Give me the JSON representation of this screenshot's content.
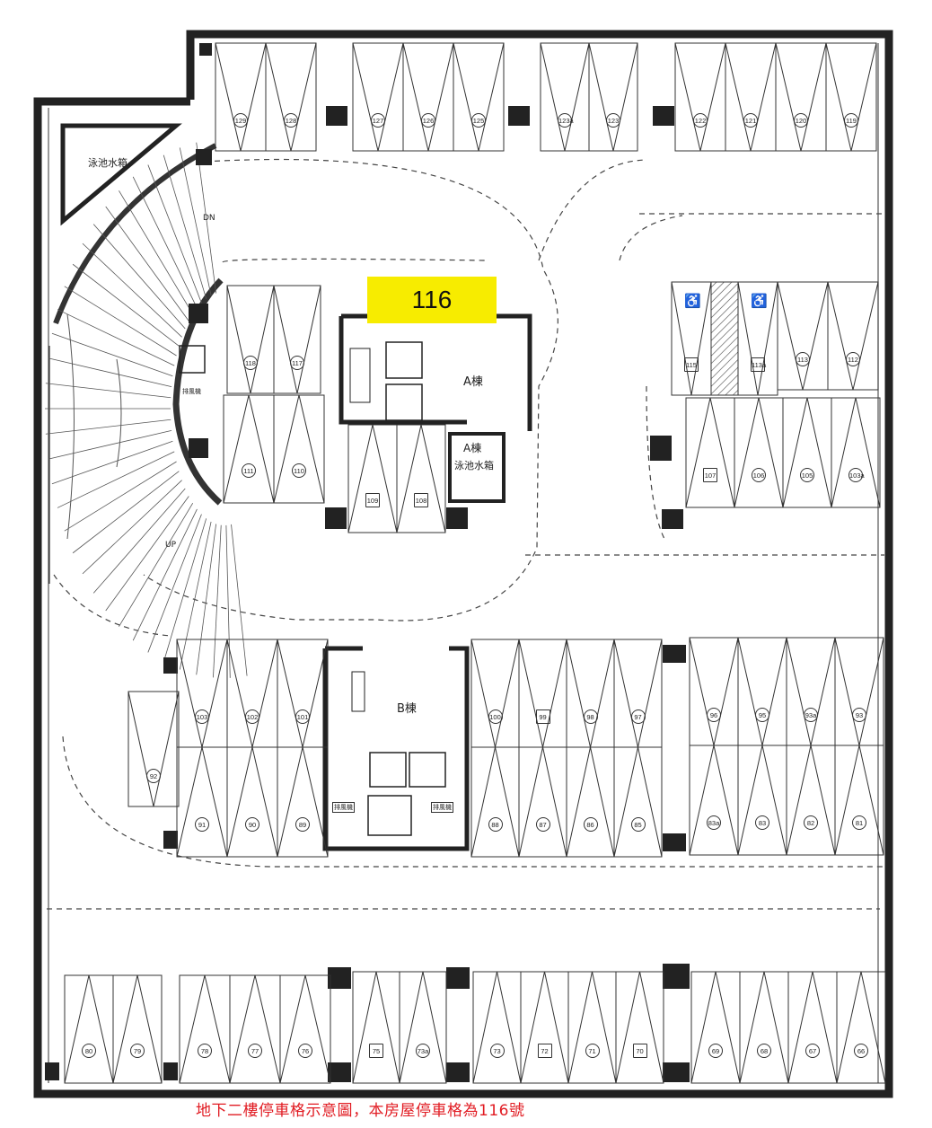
{
  "highlight": {
    "label": "116",
    "color": "#f7ec00"
  },
  "caption": "地下二樓停車格示意圖，本房屋停車格為116號",
  "caption_color": "#e11b22",
  "labels": {
    "pool_tank_tl": "泳池水箱",
    "dn": "DN",
    "up": "UP",
    "fan_left": "排風機",
    "bldg_a": "A棟",
    "bldg_a_tank_1": "A棟",
    "bldg_a_tank_2": "泳池水箱",
    "bldg_b": "B棟",
    "fan_b1": "排風機",
    "fan_b2": "排風機"
  },
  "spaces": [
    "129",
    "128",
    "127",
    "126",
    "125",
    "123a",
    "123",
    "122",
    "121",
    "120",
    "119",
    "118",
    "117",
    "111",
    "110",
    "109",
    "108",
    "115",
    "113a",
    "113",
    "112",
    "107",
    "106",
    "105",
    "103a",
    "103",
    "102",
    "101",
    "92",
    "91",
    "90",
    "89",
    "100",
    "99",
    "98",
    "97",
    "88",
    "87",
    "86",
    "85",
    "96",
    "95",
    "93a",
    "93",
    "83a",
    "83",
    "82",
    "81",
    "80",
    "79",
    "78",
    "77",
    "76",
    "75",
    "73a",
    "73",
    "72",
    "71",
    "70",
    "69",
    "68",
    "67",
    "66"
  ],
  "accessible": [
    "115",
    "113a"
  ],
  "icons": [
    "wheelchair-icon"
  ]
}
